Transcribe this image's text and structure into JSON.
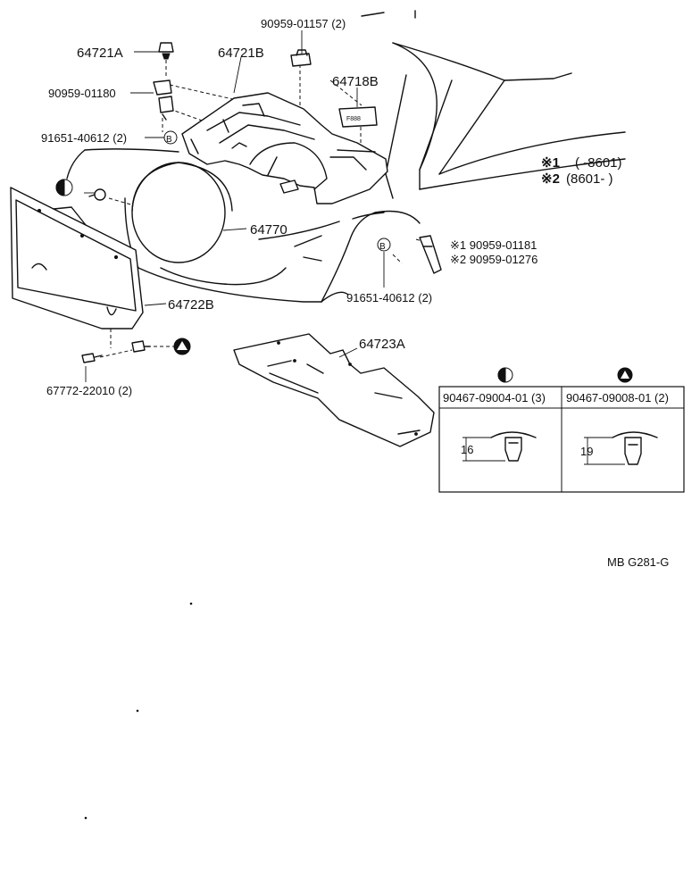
{
  "labels": {
    "p_64721A": "64721A",
    "p_90959_01157": "90959-01157  (2)",
    "p_64721B": "64721B",
    "p_64718B": "64718B",
    "p_90959_01180": "90959-01180",
    "p_91651_40612_a": "91651-40612 (2)",
    "p_64770": "64770",
    "p_64722B": "64722B",
    "p_90959_01181": "※1 90959-01181",
    "p_90959_01276": "※2 90959-01276",
    "p_91651_40612_b": "91651-40612 (2)",
    "p_64723A": "64723A",
    "p_67772_22010": "67772-22010 (2)",
    "drawing_code": "MB  G281-G",
    "stamp_label": "F888"
  },
  "notes": {
    "note1_mark": "※1",
    "note1_text": "(        -8601)",
    "note2_mark": "※2",
    "note2_text": "(8601-          )"
  },
  "callouts": {
    "b_marker": "B"
  },
  "fastener_table": {
    "columns": [
      {
        "symbol": "half-circle-icon",
        "part": "90467-09004-01 (3)",
        "dimension": "16"
      },
      {
        "symbol": "triangle-circle-icon",
        "part": "90467-09008-01 (2)",
        "dimension": "19"
      }
    ]
  }
}
